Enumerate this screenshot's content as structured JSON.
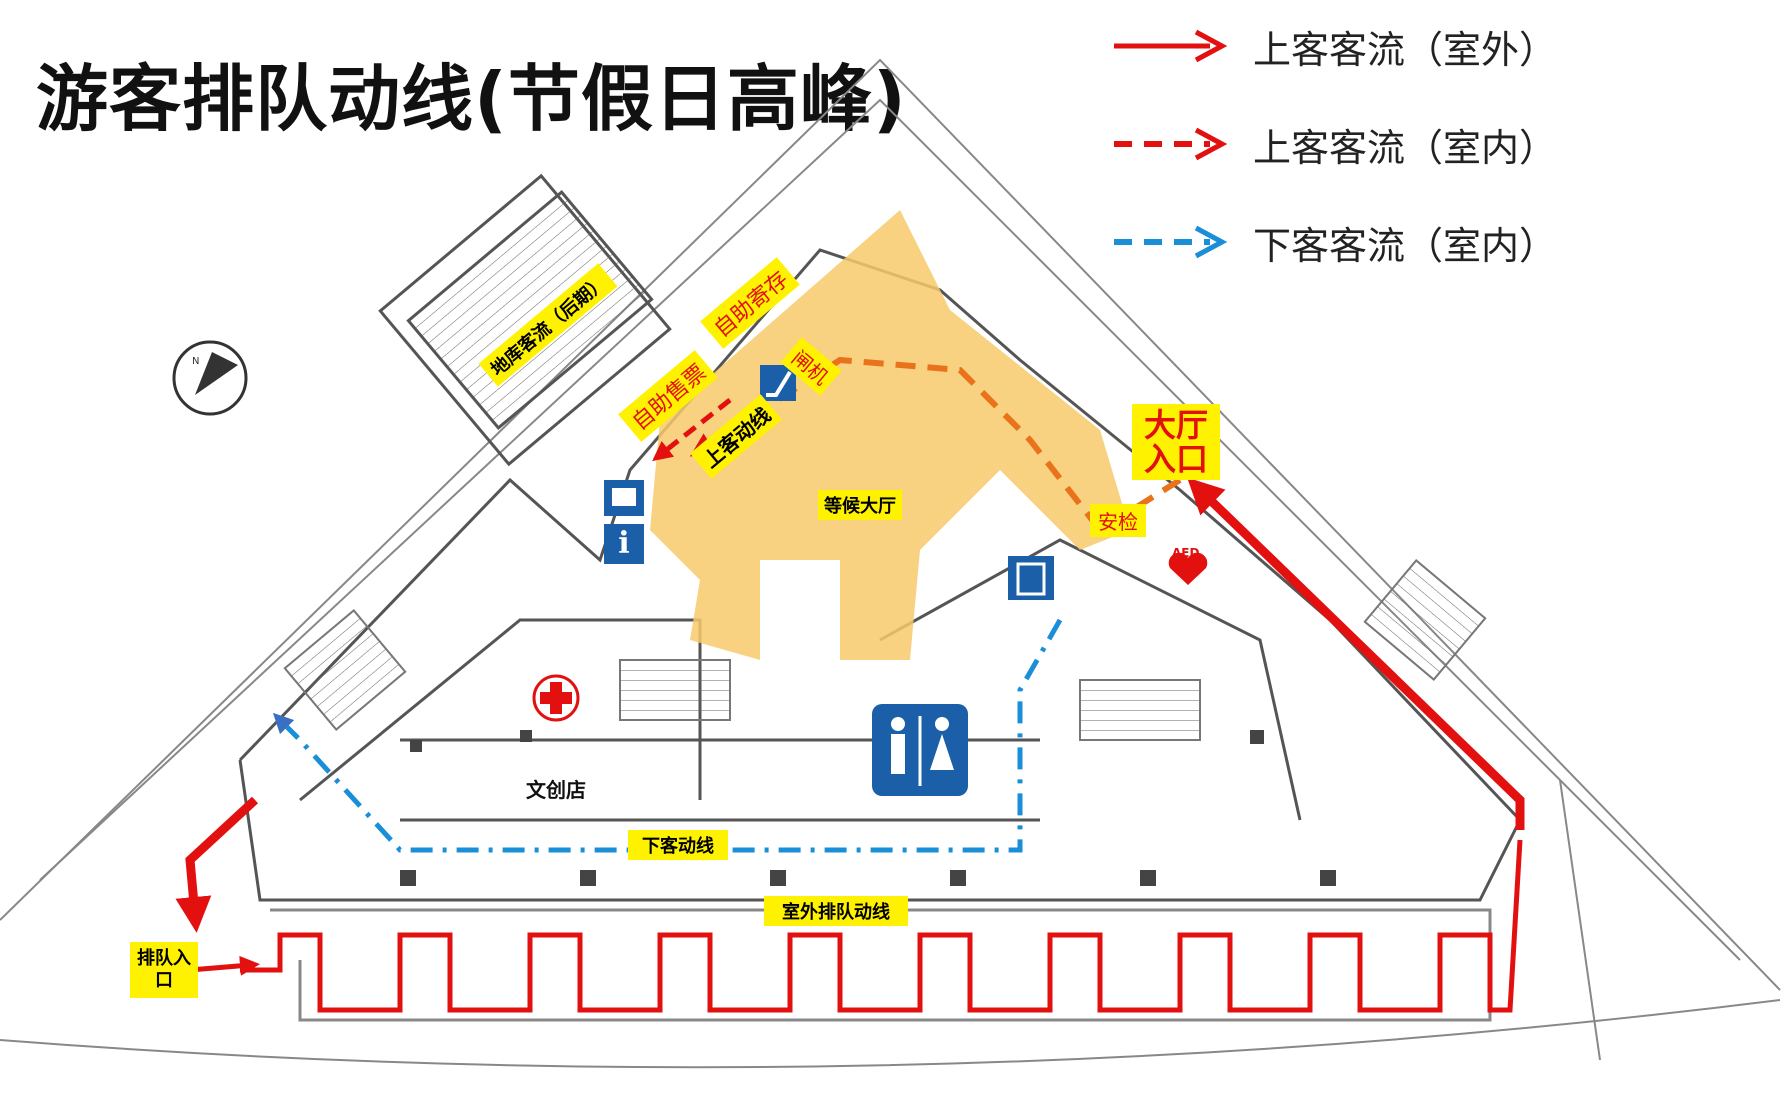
{
  "title": "游客排队动线(节假日高峰)",
  "legend": [
    {
      "label": "上客客流（室外）",
      "style": "solid",
      "color": "#e31010"
    },
    {
      "label": "上客客流（室内）",
      "style": "dashed",
      "color": "#e31010"
    },
    {
      "label": "下客客流（室内）",
      "style": "dashed",
      "color": "#1a8fd8"
    }
  ],
  "labels": {
    "garage_flow": "地库客流（后期）",
    "self_storage": "自助寄存",
    "self_ticket": "自助售票",
    "gate": "闸机",
    "boarding_line": "上客动线",
    "waiting_hall": "等候大厅",
    "hall_entrance": "大厅入口",
    "security": "安检",
    "aed": "AED",
    "info": "i",
    "souvenir_shop": "文创店",
    "alighting_line": "下客动线",
    "outdoor_queue": "室外排队动线",
    "queue_entrance": "排队入口",
    "compass_n": "N"
  },
  "colors": {
    "red_flow": "#e31010",
    "blue_flow": "#1a8fd8",
    "hall_fill": "#f7c96b",
    "label_yellow": "#fff200",
    "plan_line": "#555555",
    "icon_blue": "#1a5fa8"
  }
}
